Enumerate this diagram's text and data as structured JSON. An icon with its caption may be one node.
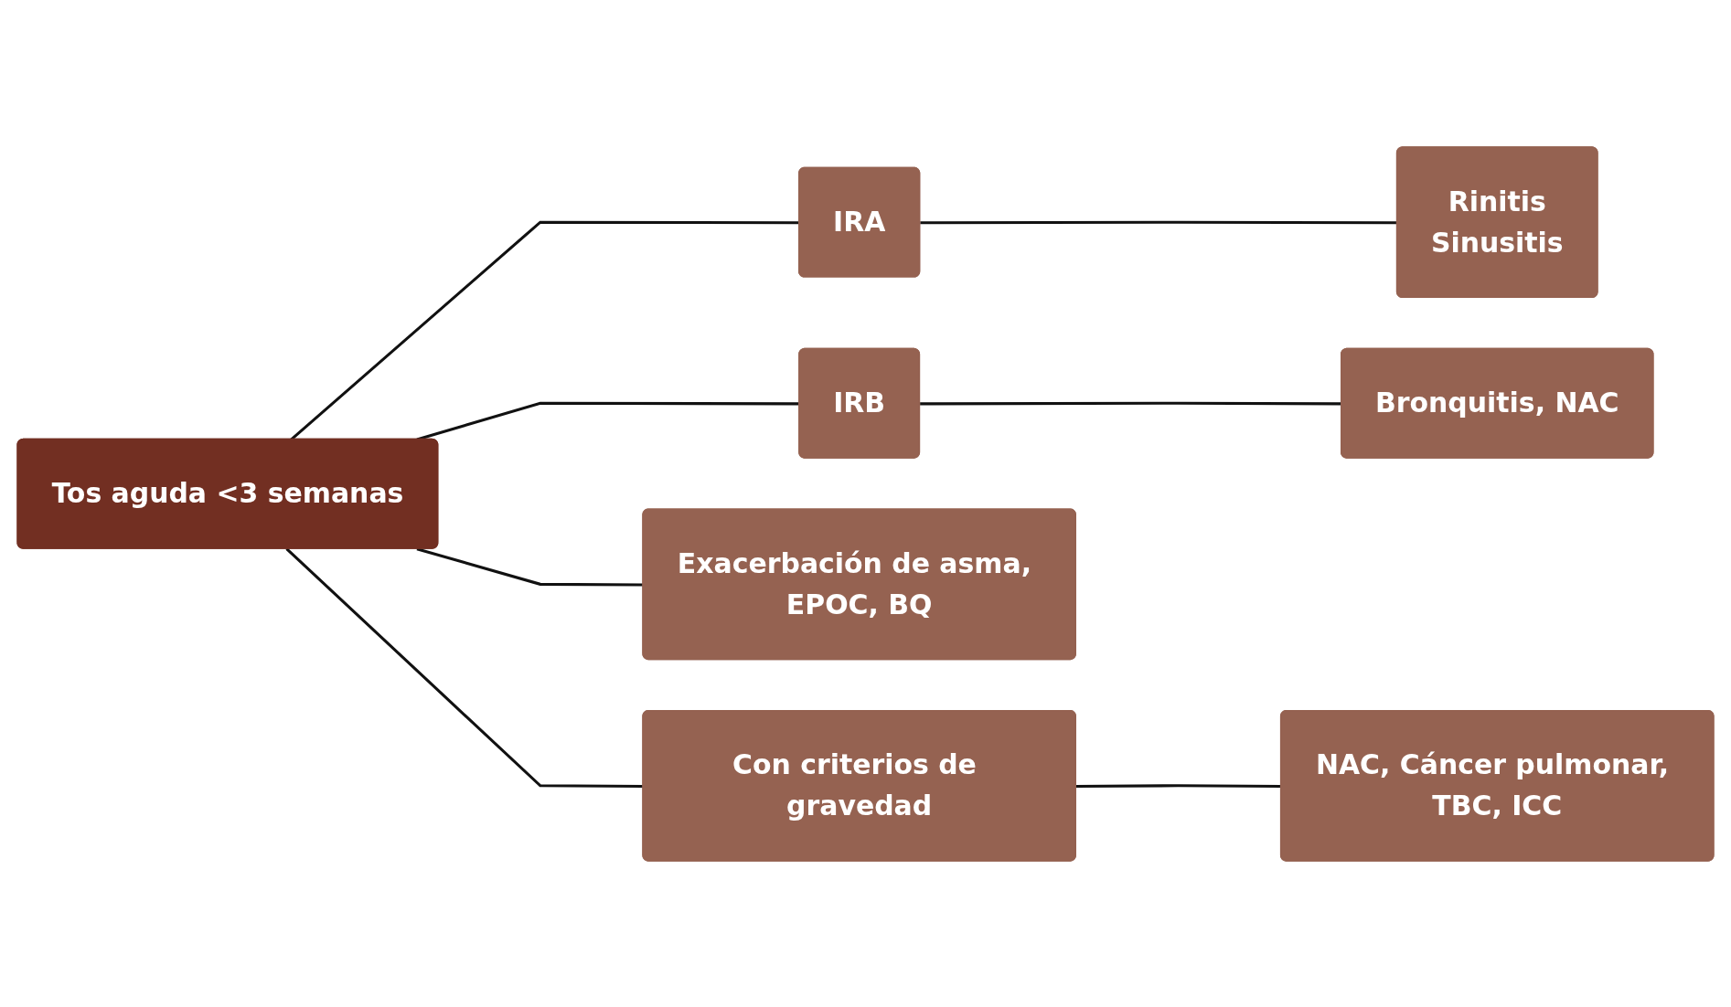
{
  "diagram": {
    "nodes": [
      {
        "text": [
          "Tos aguda <3 semanas"
        ]
      },
      {
        "text": [
          "IRA"
        ]
      },
      {
        "text": [
          "IRB"
        ]
      },
      {
        "text": [
          "Exacerbación de asma, EPOC, BQ"
        ]
      },
      {
        "text": [
          "Con criterios de gravedad"
        ]
      },
      {
        "text": [
          "Rinitis",
          "Sinusitis"
        ]
      },
      {
        "text": [
          "Bronquitis, NAC"
        ]
      },
      {
        "text": [
          "NAC, Cáncer pulmonar, TBC, ICC"
        ]
      }
    ],
    "edges": [
      {
        "from": 0,
        "to": 1,
        "arrow": "none"
      },
      {
        "from": 0,
        "to": 2,
        "arrow": "none"
      },
      {
        "from": 0,
        "to": 3,
        "arrow": "none"
      },
      {
        "from": 0,
        "to": 4,
        "arrow": "none"
      },
      {
        "from": 1,
        "to": 5,
        "arrow": "none"
      },
      {
        "from": 2,
        "to": 6,
        "arrow": "none"
      },
      {
        "from": 4,
        "to": 7,
        "arrow": "none"
      }
    ]
  }
}
